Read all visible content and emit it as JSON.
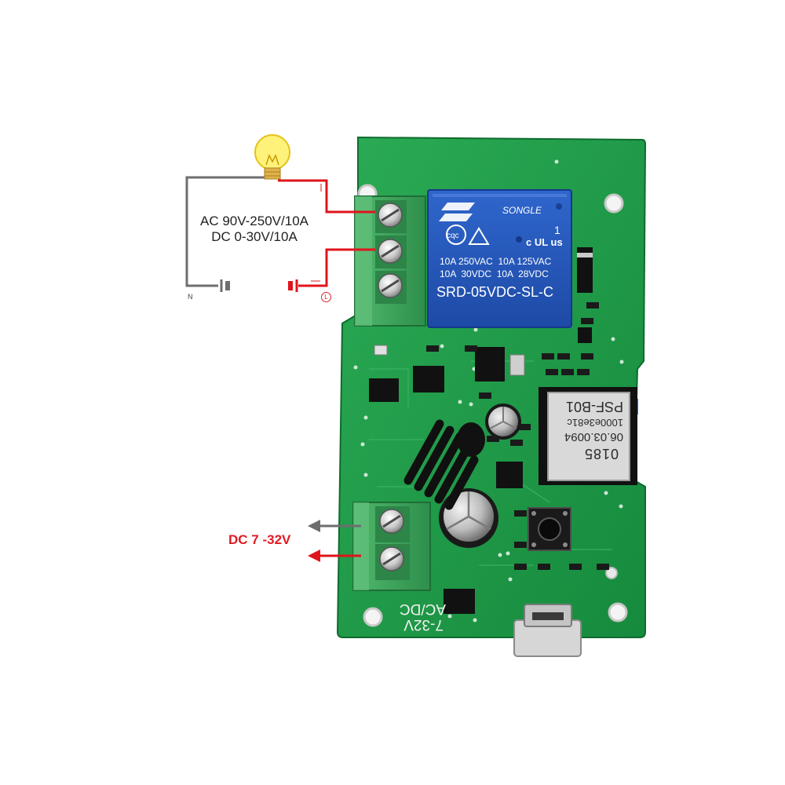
{
  "wiring": {
    "rating_ac": "AC 90V-250V/10A",
    "rating_dc": "DC 0-30V/10A",
    "neutral_mark": "N",
    "live_mark": "L",
    "power_input": "DC 7 -32V"
  },
  "relay": {
    "brand": "SONGLE",
    "cert_mark": "cqc",
    "ul_mark": "c UL us",
    "ul_number": "1",
    "spec_line1": "10A 250VAC  10A 125VAC",
    "spec_line2": "10A  30VDC  10A  28VDC",
    "model": "SRD-05VDC-SL-C"
  },
  "module": {
    "line1": "0185",
    "line2": "06.03.0094",
    "line3": "1000e3e81c",
    "model": "PSF-B01"
  },
  "board": {
    "silk_voltage": "7-32V",
    "silk_supply": "AC/DC"
  },
  "colors": {
    "pcb": "#1f9a48",
    "terminal": "#3da35d",
    "relay": "#2453b8",
    "wire_live": "#e0141c",
    "wire_neutral": "#6e6e6e",
    "label_red": "#e01b24"
  },
  "icons": [
    "light-bulb-icon",
    "battery-icon",
    "arrow-left-icon"
  ]
}
